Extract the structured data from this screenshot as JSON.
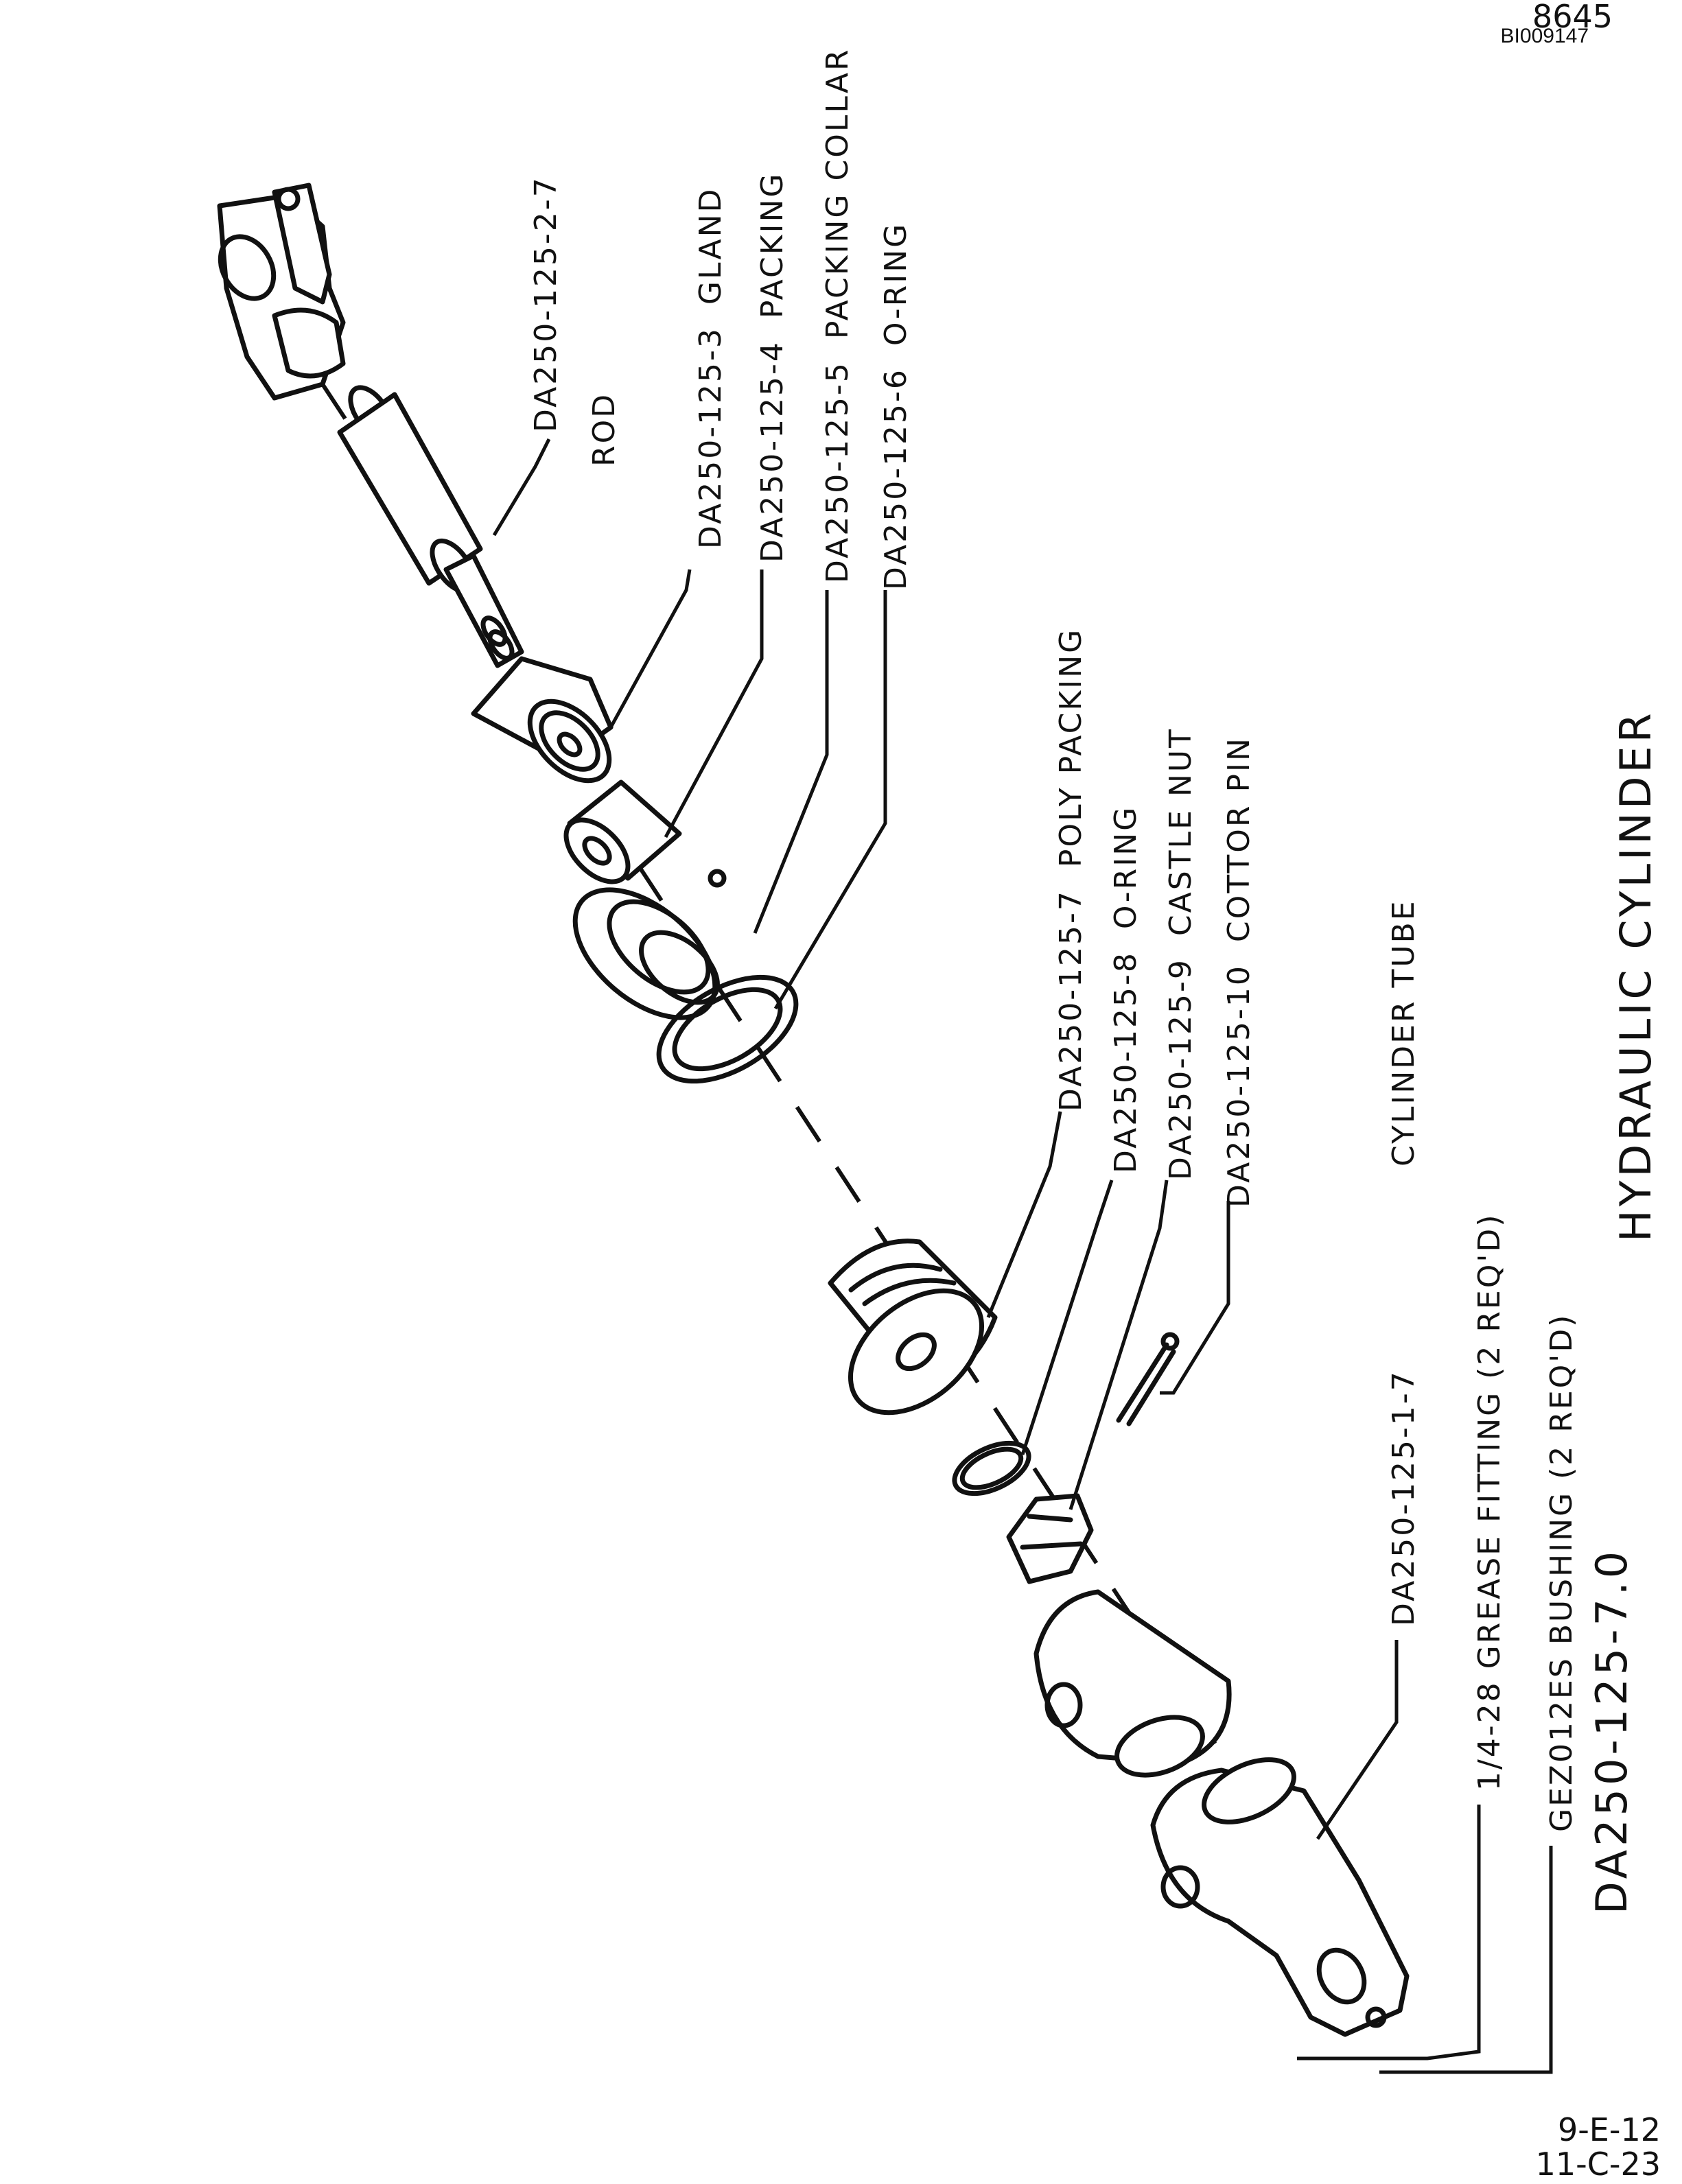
{
  "doc_id": {
    "page_number": "8645",
    "stamp": "BI009147"
  },
  "title": "HYDRAULIC CYLINDER",
  "drawing_number": "DA250-125-7.0",
  "sheet_codes": [
    "9-E-12",
    "11-C-23"
  ],
  "parts": [
    {
      "part_no": "DA250-125-2-7",
      "name": "ROD"
    },
    {
      "part_no": "DA250-125-3",
      "name": "GLAND"
    },
    {
      "part_no": "DA250-125-4",
      "name": "PACKING"
    },
    {
      "part_no": "DA250-125-5",
      "name": "PACKING COLLAR"
    },
    {
      "part_no": "DA250-125-6",
      "name": "O-RING"
    },
    {
      "part_no": "DA250-125-7",
      "name": "POLY PACKING"
    },
    {
      "part_no": "DA250-125-8",
      "name": "O-RING"
    },
    {
      "part_no": "DA250-125-9",
      "name": "CASTLE NUT"
    },
    {
      "part_no": "DA250-125-10",
      "name": "COTTOR PIN"
    },
    {
      "part_no": "",
      "name": "CYLINDER TUBE"
    },
    {
      "part_no": "DA250-125-1-7",
      "name": ""
    },
    {
      "part_no": "",
      "name": "1/4-28 GREASE FITTING (2 REQ'D)"
    },
    {
      "part_no": "",
      "name": "GEZ012ES BUSHING (2 REQ'D)"
    }
  ]
}
